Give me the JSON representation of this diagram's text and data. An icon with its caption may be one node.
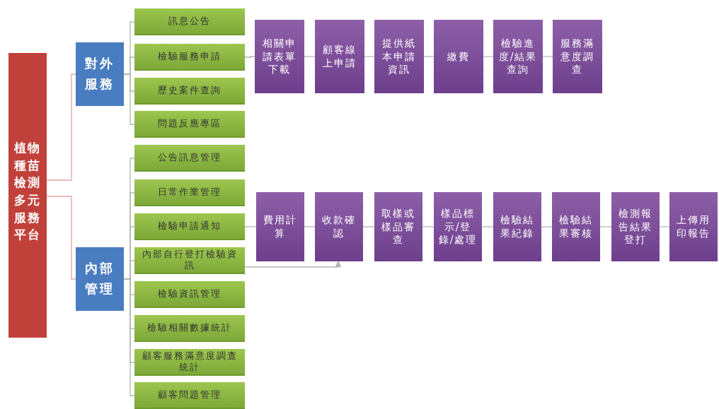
{
  "diagram": {
    "nodes": [
      {
        "text": [
          "植物種苗檢測多元服務平台"
        ]
      },
      {
        "text": [
          "對外服務"
        ]
      },
      {
        "text": [
          "訊息公告"
        ]
      },
      {
        "text": [
          "檢驗服務申請"
        ]
      },
      {
        "text": [
          "歷史案件查詢"
        ]
      },
      {
        "text": [
          "問題反應專區"
        ]
      },
      {
        "text": [
          "內部管理"
        ]
      },
      {
        "text": [
          "公告訊息管理"
        ]
      },
      {
        "text": [
          "日常作業管理"
        ]
      },
      {
        "text": [
          "檢驗申請通知"
        ]
      },
      {
        "text": [
          "內部自行登打檢驗資訊"
        ]
      },
      {
        "text": [
          "檢驗資訊管理"
        ]
      },
      {
        "text": [
          "檢驗相關數據統計"
        ]
      },
      {
        "text": [
          "顧客服務滿意度調查統計"
        ]
      },
      {
        "text": [
          "顧客問題管理"
        ]
      },
      {
        "text": [
          "相關申請表單下載"
        ]
      },
      {
        "text": [
          "顧客線上申請"
        ]
      },
      {
        "text": [
          "提供紙本申請資訊"
        ]
      },
      {
        "text": [
          "繳費"
        ]
      },
      {
        "text": [
          "檢驗進度/結果查詢"
        ]
      },
      {
        "text": [
          "服務滿意度調查"
        ]
      },
      {
        "text": [
          "費用計算"
        ]
      },
      {
        "text": [
          "收款確認"
        ]
      },
      {
        "text": [
          "取樣或樣品審查"
        ]
      },
      {
        "text": [
          "樣品標示/登錄/處理"
        ]
      },
      {
        "text": [
          "檢驗結果紀錄"
        ]
      },
      {
        "text": [
          "檢驗結果審核"
        ]
      },
      {
        "text": [
          "檢測報告結果登打"
        ]
      },
      {
        "text": [
          "上傳用印報告"
        ]
      }
    ],
    "edges": [
      {
        "from": 0,
        "to": 1,
        "arrow": "none",
        "color": "#e8a4a4"
      },
      {
        "from": 0,
        "to": 6,
        "arrow": "none",
        "color": "#e8a4a4"
      },
      {
        "from": 1,
        "to": 2,
        "arrow": "none"
      },
      {
        "from": 1,
        "to": 3,
        "arrow": "none"
      },
      {
        "from": 1,
        "to": 4,
        "arrow": "none"
      },
      {
        "from": 1,
        "to": 5,
        "arrow": "none"
      },
      {
        "from": 6,
        "to": 7,
        "arrow": "none"
      },
      {
        "from": 6,
        "to": 8,
        "arrow": "none"
      },
      {
        "from": 6,
        "to": 9,
        "arrow": "none"
      },
      {
        "from": 6,
        "to": 10,
        "arrow": "none"
      },
      {
        "from": 6,
        "to": 11,
        "arrow": "none"
      },
      {
        "from": 6,
        "to": 12,
        "arrow": "none"
      },
      {
        "from": 6,
        "to": 13,
        "arrow": "none"
      },
      {
        "from": 6,
        "to": 14,
        "arrow": "none"
      },
      {
        "from": 3,
        "to": 15,
        "arrow": "none"
      },
      {
        "from": 15,
        "to": 16,
        "arrow": "none"
      },
      {
        "from": 16,
        "to": 17,
        "arrow": "none"
      },
      {
        "from": 17,
        "to": 18,
        "arrow": "none"
      },
      {
        "from": 18,
        "to": 19,
        "arrow": "none"
      },
      {
        "from": 19,
        "to": 20,
        "arrow": "none"
      },
      {
        "from": 9,
        "to": 21,
        "arrow": "none"
      },
      {
        "from": 21,
        "to": 22,
        "arrow": "none"
      },
      {
        "from": 10,
        "to": 22,
        "arrow": "to"
      },
      {
        "from": 22,
        "to": 23,
        "arrow": "none"
      },
      {
        "from": 23,
        "to": 24,
        "arrow": "none"
      },
      {
        "from": 24,
        "to": 25,
        "arrow": "none"
      },
      {
        "from": 25,
        "to": 26,
        "arrow": "none"
      },
      {
        "from": 26,
        "to": 27,
        "arrow": "none"
      },
      {
        "from": 27,
        "to": 28,
        "arrow": "none"
      }
    ]
  }
}
